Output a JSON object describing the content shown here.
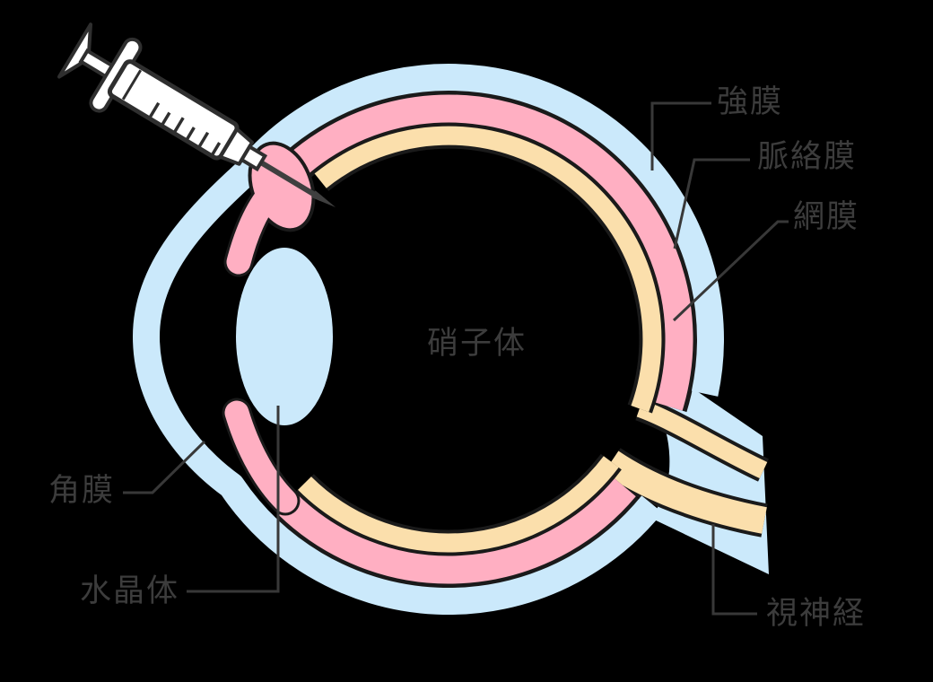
{
  "diagram": {
    "type": "eye-cross-section-with-injection",
    "background": "#000000",
    "labels": {
      "sclera": "強膜",
      "choroid": "脈絡膜",
      "retina": "網膜",
      "vitreous": "硝子体",
      "cornea": "角膜",
      "lens": "水晶体",
      "optic_nerve": "視神経"
    },
    "colors": {
      "sclera_cornea_fill": "#CBE9FB",
      "choroid_iris_fill": "#FFAFC2",
      "retina_fill": "#FBDFAC",
      "outline": "#1A1A1A",
      "label_text": "#3C3C3C",
      "leader_line": "#383838",
      "syringe_fill": "#FFFFFF",
      "syringe_outline": "#2F2F2F",
      "needle": "#3F3F3F"
    }
  }
}
